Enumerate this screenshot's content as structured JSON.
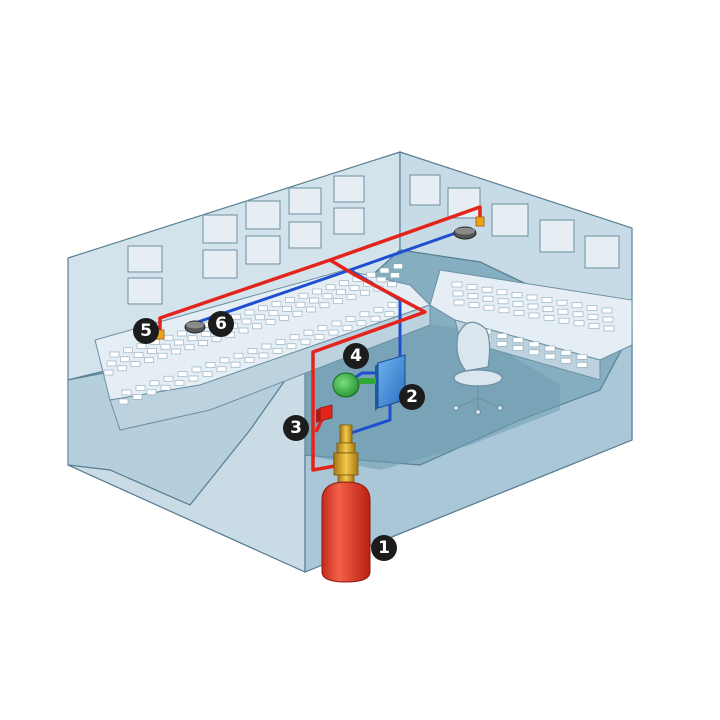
{
  "callouts": [
    "1",
    "2",
    "3",
    "4",
    "5",
    "6"
  ],
  "colors": {
    "background": "#ffffff",
    "room_wall": "#cfe0ea",
    "room_wall_dark": "#9fbfd0",
    "room_floor": "#7fa7bb",
    "room_outline": "#5a7f94",
    "pipe_red": "#e3241b",
    "pipe_blue": "#1f4fd1",
    "cylinder": "#e8432e",
    "valve": "#d9a520",
    "control_panel": "#3b88d8",
    "horn": "#2fa83a",
    "pull_station": "#d8261f",
    "nozzle": "#f0a21a",
    "detector": "#555555",
    "callout_badge": "#1c1c1c"
  },
  "icons": {
    "cylinder": "suppression-cylinder-icon",
    "panel": "control-panel-icon",
    "pull_station": "manual-release-icon",
    "horn": "alarm-horn-icon",
    "nozzle": "discharge-nozzle-icon",
    "detector": "smoke-detector-icon",
    "chair": "office-chair-icon"
  }
}
